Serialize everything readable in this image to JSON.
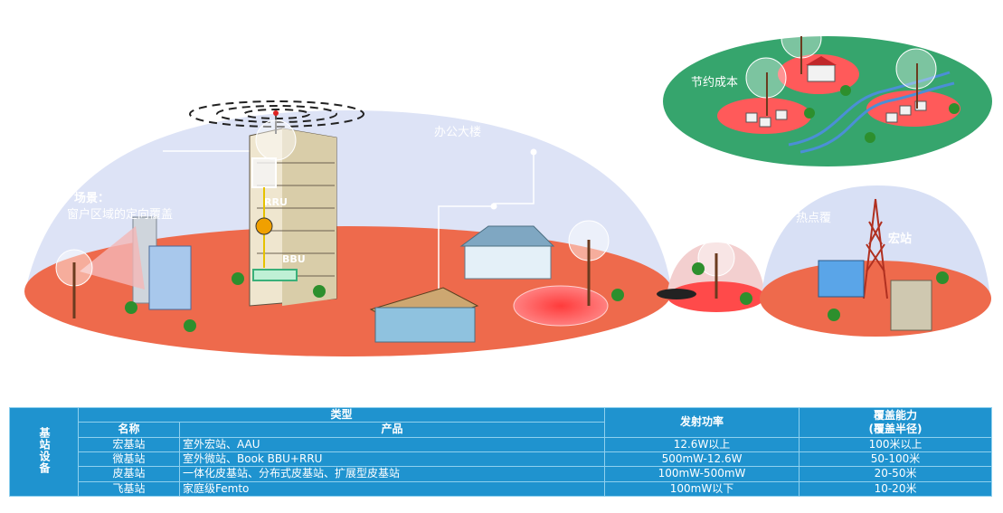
{
  "scene": {
    "labels": {
      "office": "办公大楼",
      "scenario_title": "场景：",
      "scenario_desc": "窗户区域的定向覆盖",
      "cost": "节约成本",
      "hotspot": "热点覆",
      "macro": "宏站",
      "rru": "RRU",
      "bbu": "BBU"
    },
    "colors": {
      "ground": "#ee6a4c",
      "dome": "#d8e0f5",
      "island": "#36a56d",
      "hotspot": "#ff5a5a"
    }
  },
  "table": {
    "side_header": "基站设备",
    "type_header": "类型",
    "name_header": "名称",
    "product_header": "产品",
    "power_header": "发射功率",
    "coverage_header": "覆盖能力",
    "coverage_sub": "(覆盖半径)",
    "rows": [
      {
        "name": "宏基站",
        "product": "室外宏站、AAU",
        "power": "12.6W以上",
        "coverage": "100米以上"
      },
      {
        "name": "微基站",
        "product": "室外微站、Book BBU+RRU",
        "power": "500mW-12.6W",
        "coverage": "50-100米"
      },
      {
        "name": "皮基站",
        "product": "一体化皮基站、分布式皮基站、扩展型皮基站",
        "power": "100mW-500mW",
        "coverage": "20-50米"
      },
      {
        "name": "飞基站",
        "product": "家庭级Femto",
        "power": "100mW以下",
        "coverage": "10-20米"
      }
    ]
  }
}
